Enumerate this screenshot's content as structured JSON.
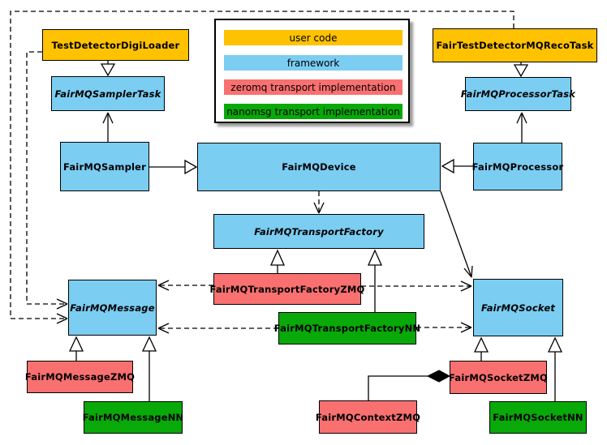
{
  "palette": {
    "user_code": "#FFC200",
    "framework": "#7BCDF2",
    "zeromq": "#F97070",
    "nanomsg": "#08A908",
    "line": "#000000",
    "background": "#FFFFFF"
  },
  "legend": {
    "items": [
      {
        "label": "user code",
        "category": "user_code",
        "color": "#FFC200"
      },
      {
        "label": "framework",
        "category": "framework",
        "color": "#7BCDF2"
      },
      {
        "label": "zeromq transport implementation",
        "category": "zeromq",
        "color": "#F97070"
      },
      {
        "label": "nanomsg transport implementation",
        "category": "nanomsg",
        "color": "#08A908"
      }
    ]
  },
  "nodes": {
    "digiLoader": {
      "label": "TestDetectorDigiLoader",
      "category": "user_code",
      "abstract": false
    },
    "samplerTask": {
      "label": "FairMQSamplerTask",
      "category": "framework",
      "abstract": true
    },
    "recoTask": {
      "label": "FairTestDetectorMQRecoTask",
      "category": "user_code",
      "abstract": false
    },
    "processorTask": {
      "label": "FairMQProcessorTask",
      "category": "framework",
      "abstract": true
    },
    "sampler": {
      "label": "FairMQSampler",
      "category": "framework",
      "abstract": false
    },
    "device": {
      "label": "FairMQDevice",
      "category": "framework",
      "abstract": false
    },
    "processor": {
      "label": "FairMQProcessor",
      "category": "framework",
      "abstract": false
    },
    "factory": {
      "label": "FairMQTransportFactory",
      "category": "framework",
      "abstract": true
    },
    "factoryZmq": {
      "label": "FairMQTransportFactoryZMQ",
      "category": "zeromq",
      "abstract": false
    },
    "factoryNn": {
      "label": "FairMQTransportFactoryNN",
      "category": "nanomsg",
      "abstract": false
    },
    "message": {
      "label": "FairMQMessage",
      "category": "framework",
      "abstract": true
    },
    "socket": {
      "label": "FairMQSocket",
      "category": "framework",
      "abstract": true
    },
    "messageZmq": {
      "label": "FairMQMessageZMQ",
      "category": "zeromq",
      "abstract": false
    },
    "messageNn": {
      "label": "FairMQMessageNN",
      "category": "nanomsg",
      "abstract": false
    },
    "contextZmq": {
      "label": "FairMQContextZMQ",
      "category": "zeromq",
      "abstract": false
    },
    "socketZmq": {
      "label": "FairMQSocketZMQ",
      "category": "zeromq",
      "abstract": false
    },
    "socketNn": {
      "label": "FairMQSocketNN",
      "category": "nanomsg",
      "abstract": false
    }
  },
  "edges": [
    {
      "from": "digiLoader",
      "to": "samplerTask",
      "type": "inheritance"
    },
    {
      "from": "recoTask",
      "to": "processorTask",
      "type": "inheritance"
    },
    {
      "from": "sampler",
      "to": "device",
      "type": "inheritance"
    },
    {
      "from": "processor",
      "to": "device",
      "type": "inheritance"
    },
    {
      "from": "sampler",
      "to": "samplerTask",
      "type": "association"
    },
    {
      "from": "processor",
      "to": "processorTask",
      "type": "association"
    },
    {
      "from": "device",
      "to": "factory",
      "type": "dependency"
    },
    {
      "from": "device",
      "to": "socket",
      "type": "association"
    },
    {
      "from": "factoryZmq",
      "to": "factory",
      "type": "inheritance"
    },
    {
      "from": "factoryNn",
      "to": "factory",
      "type": "inheritance"
    },
    {
      "from": "factoryZmq",
      "to": "message",
      "type": "dependency"
    },
    {
      "from": "factoryZmq",
      "to": "socket",
      "type": "dependency"
    },
    {
      "from": "factoryNn",
      "to": "message",
      "type": "dependency"
    },
    {
      "from": "factoryNn",
      "to": "socket",
      "type": "dependency"
    },
    {
      "from": "digiLoader",
      "to": "message",
      "type": "dependency"
    },
    {
      "from": "recoTask",
      "to": "message",
      "type": "dependency"
    },
    {
      "from": "messageZmq",
      "to": "message",
      "type": "inheritance"
    },
    {
      "from": "messageNn",
      "to": "message",
      "type": "inheritance"
    },
    {
      "from": "socketZmq",
      "to": "socket",
      "type": "inheritance"
    },
    {
      "from": "socketNn",
      "to": "socket",
      "type": "inheritance"
    },
    {
      "from": "contextZmq",
      "to": "socketZmq",
      "type": "composition"
    }
  ]
}
